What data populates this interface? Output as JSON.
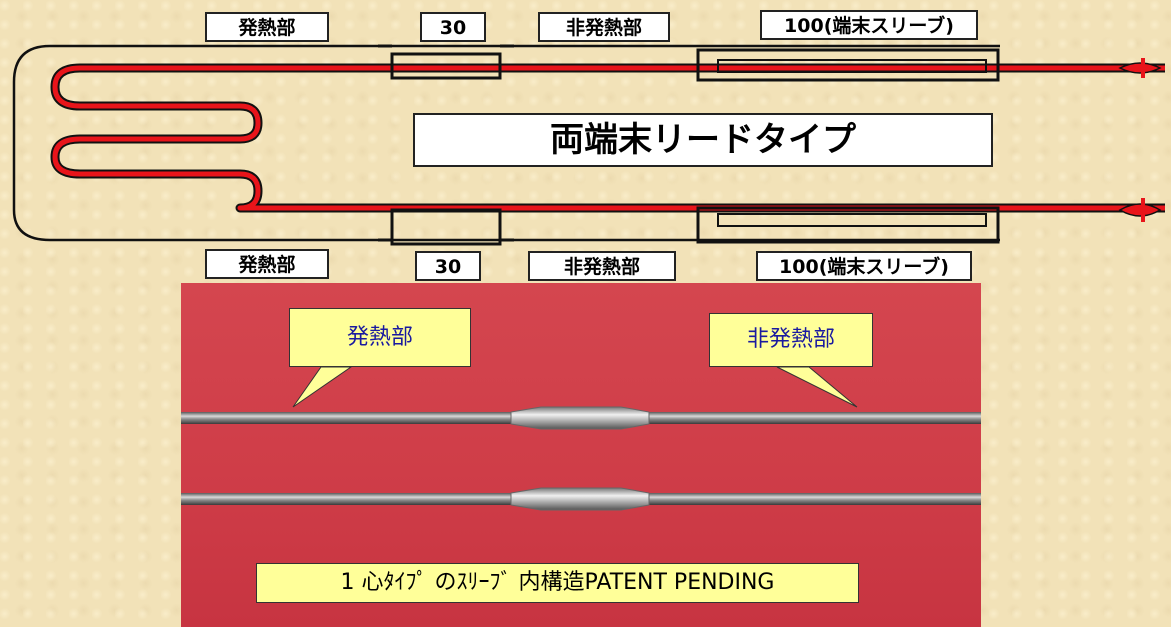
{
  "diagram": {
    "title": "両端末リードタイプ",
    "top_labels": {
      "heating": "発熱部",
      "length30": "30",
      "nonheating": "非発熱部",
      "sleeve": "100(端末スリーブ)"
    },
    "bottom_labels": {
      "heating": "発熱部",
      "length30": "30",
      "nonheating": "非発熱部",
      "sleeve": "100(端末スリーブ)"
    },
    "colors": {
      "heater_wire": "#e8141a",
      "outline": "#111111",
      "label_bg": "#ffffff"
    }
  },
  "photo": {
    "callout_left": "発熱部",
    "callout_right": "非発熱部",
    "note": "1 心ﾀｲﾌﾟ のｽﾘｰﾌﾞ 内構造PATENT PENDING",
    "colors": {
      "background": "#d4464f",
      "callout_bg": "#ffff99",
      "callout_text": "#1a1aa0"
    }
  }
}
